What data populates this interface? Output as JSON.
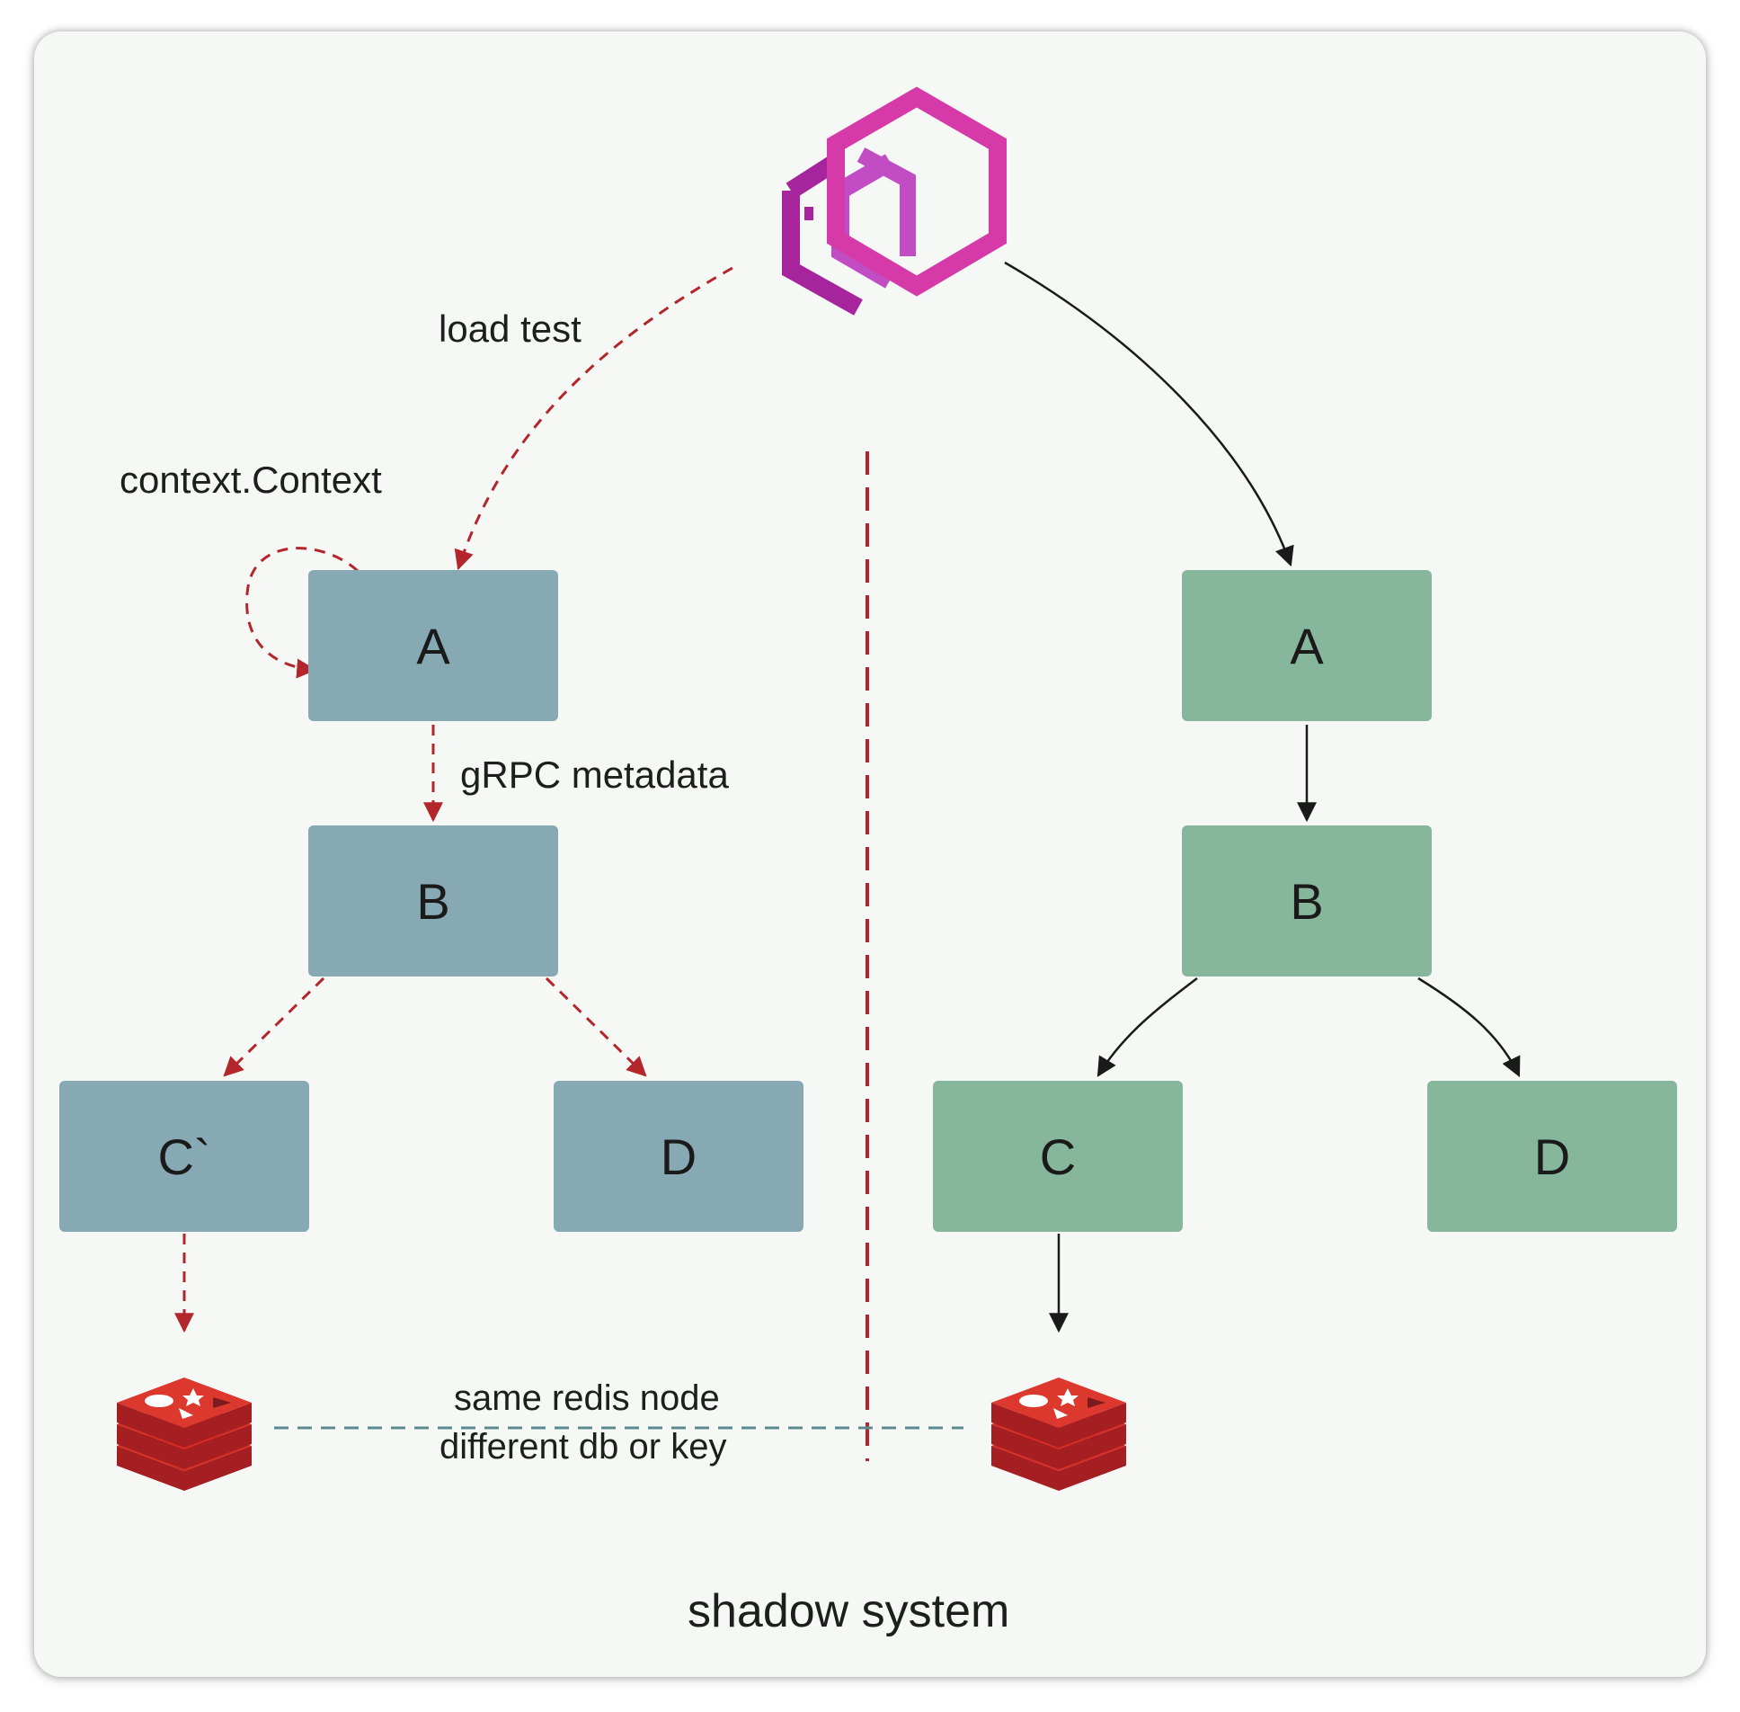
{
  "labels": {
    "load_test": "load test",
    "context": "context.Context",
    "grpc": "gRPC metadata",
    "redis_line1": "same redis node",
    "redis_line2": "different db or key",
    "caption": "shadow system"
  },
  "left_nodes": {
    "a": "A",
    "b": "B",
    "c": "C`",
    "d": "D"
  },
  "right_nodes": {
    "a": "A",
    "b": "B",
    "c": "C",
    "d": "D"
  },
  "icons": {
    "top": "envoy-logo-icon",
    "left_db": "redis-icon",
    "right_db": "redis-icon"
  },
  "colors": {
    "shadow_node": "#86a9b4",
    "prod_node": "#86b69c",
    "shadow_arrow": "#b3262b",
    "prod_arrow": "#1a1a1a",
    "divider": "#b3262b",
    "db_link": "#5b8a8f",
    "redis": "#c6302b",
    "envoy_magenta": "#d63aa8",
    "envoy_violet": "#a6249c"
  }
}
